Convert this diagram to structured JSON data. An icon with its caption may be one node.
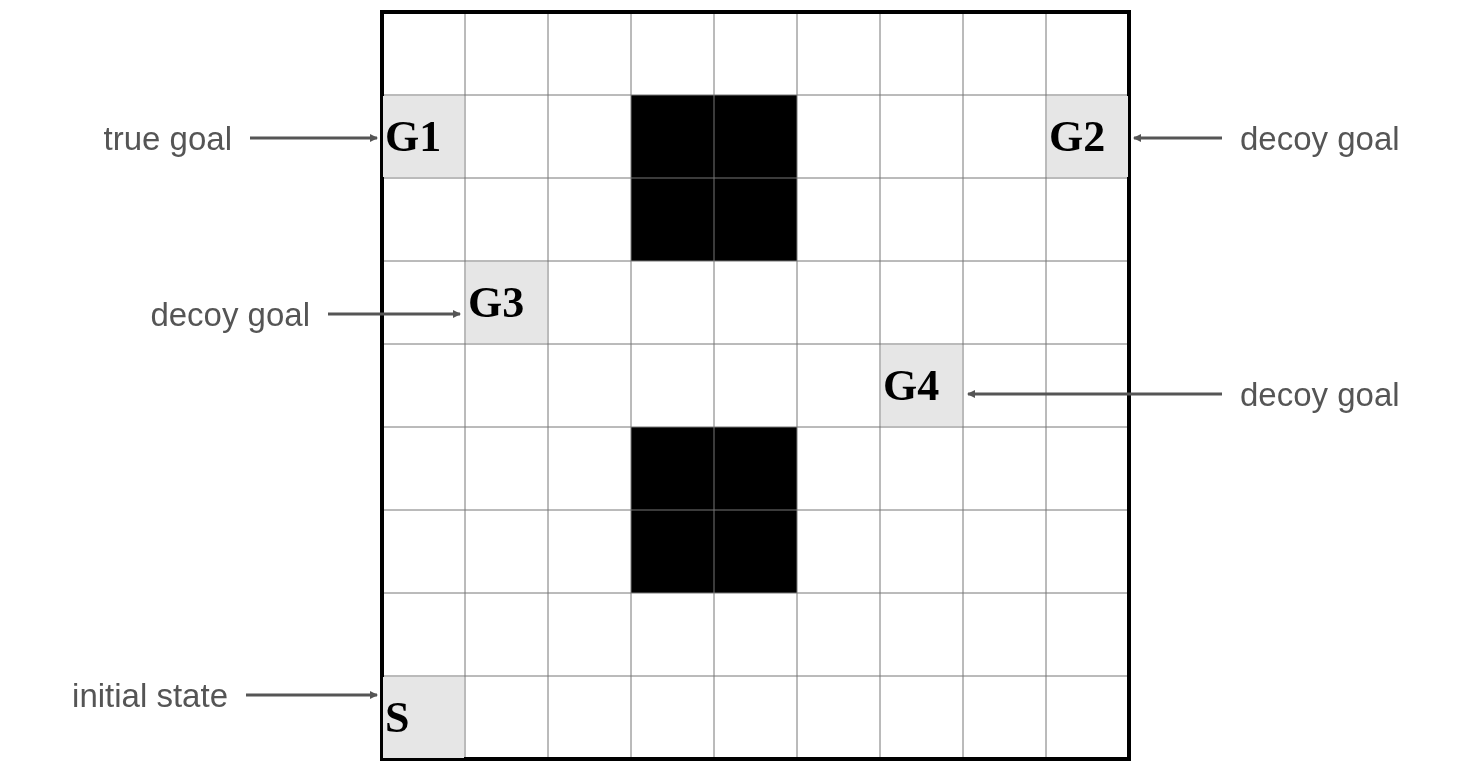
{
  "diagram": {
    "nodes": [
      {
        "text": [
          "true goal"
        ]
      },
      {
        "text": [
          "G1"
        ]
      },
      {
        "text": [
          "G2"
        ]
      },
      {
        "text": [
          "decoy goal"
        ]
      },
      {
        "text": [
          "decoy goal"
        ]
      },
      {
        "text": [
          "G3"
        ]
      },
      {
        "text": [
          "G4"
        ]
      },
      {
        "text": [
          "decoy goal"
        ]
      },
      {
        "text": [
          "initial state"
        ]
      },
      {
        "text": [
          "S"
        ]
      }
    ],
    "edges": [
      {
        "from": 0,
        "to": 1,
        "arrow": "to"
      },
      {
        "from": 3,
        "to": 2,
        "arrow": "to"
      },
      {
        "from": 4,
        "to": 5,
        "arrow": "to"
      },
      {
        "from": 7,
        "to": 6,
        "arrow": "to"
      },
      {
        "from": 8,
        "to": 9,
        "arrow": "to"
      }
    ]
  }
}
